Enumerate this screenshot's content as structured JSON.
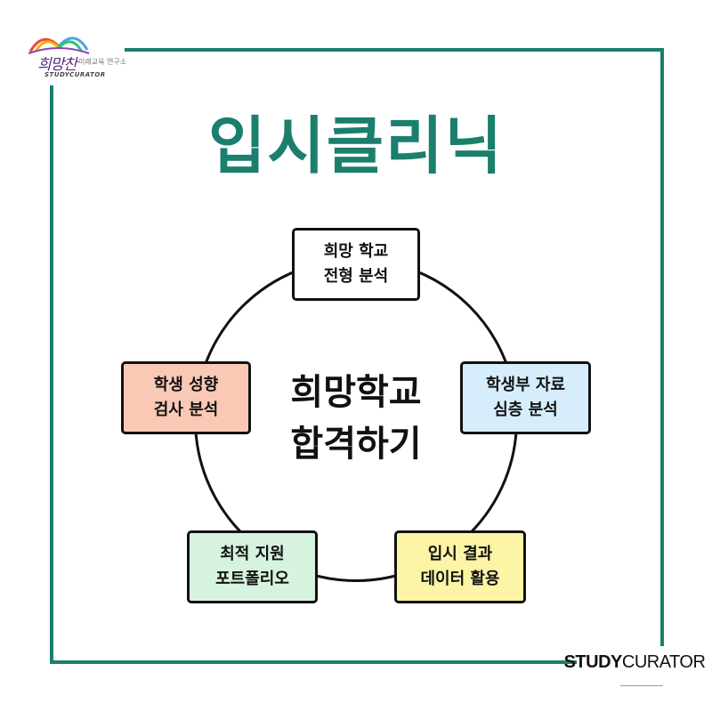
{
  "logo": {
    "script_text": "희망찬",
    "sub_korean": "미래교육 연구소",
    "sub_english": "STUDYCURATOR",
    "book_colors": [
      "#e94b3c",
      "#f4b400",
      "#4aa3df",
      "#2ec27e",
      "#8e44ad"
    ]
  },
  "title": "입시클리닉",
  "center": {
    "line1": "희망학교",
    "line2": "합격하기"
  },
  "nodes": [
    {
      "line1": "희망 학교",
      "line2": "전형 분석",
      "color": "#ffffff"
    },
    {
      "line1": "학생부 자료",
      "line2": "심층 분석",
      "color": "#d6eefc"
    },
    {
      "line1": "입시 결과",
      "line2": "데이터 활용",
      "color": "#fdf5a6"
    },
    {
      "line1": "최적 지원",
      "line2": "포트폴리오",
      "color": "#d6f3df"
    },
    {
      "line1": "학생 성향",
      "line2": "검사 분석",
      "color": "#f9c9b6"
    }
  ],
  "brand": {
    "bold": "STUDY",
    "light": "CURATOR"
  },
  "colors": {
    "accent": "#1b7f6d"
  }
}
